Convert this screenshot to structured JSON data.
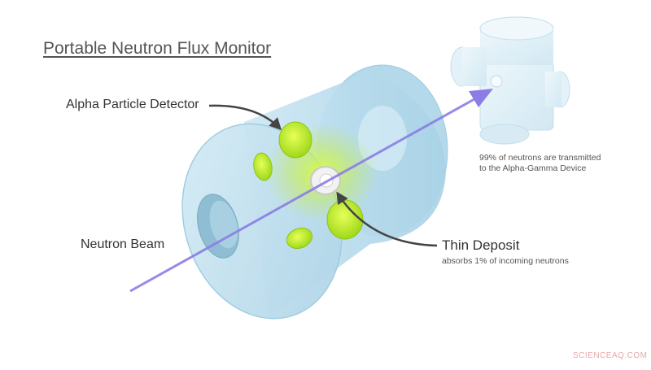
{
  "title": "Portable Neutron Flux Monitor",
  "labels": {
    "alpha_detector": "Alpha Particle Detector",
    "neutron_beam": "Neutron Beam",
    "thin_deposit": "Thin Deposit",
    "thin_deposit_sub": "absorbs 1% of incoming neutrons",
    "transmitted_line1": "99% of neutrons are transmitted",
    "transmitted_line2": "to the Alpha-Gamma Device"
  },
  "watermark": "SCIENCEAQ.COM",
  "colors": {
    "chamber": "#bfe0ee",
    "chamber_edge": "#8fc5dc",
    "detector": "#b6ea1e",
    "beam": "#8a7ee6",
    "device": "#dceef7"
  }
}
